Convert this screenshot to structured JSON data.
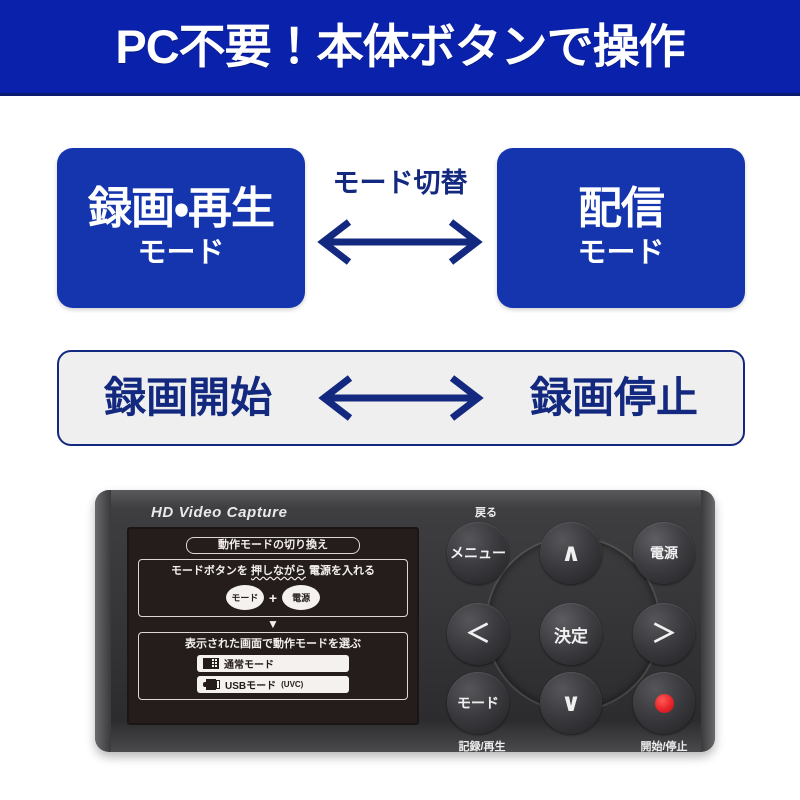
{
  "banner": {
    "title": "PC不要！本体ボタンで操作",
    "background_color": "#0a22ab",
    "text_color": "#ffffff"
  },
  "modes": {
    "accent_color": "#1435ad",
    "navy_color": "#13297f",
    "left_box": {
      "main_label": "録画・再生",
      "sub_label": "モード"
    },
    "right_box": {
      "main_label": "配信",
      "sub_label": "モード"
    },
    "switch": {
      "label": "モード切替",
      "arrow_icon": "double-headed-horizontal-arrow"
    }
  },
  "record_bar": {
    "start_label": "録画開始",
    "stop_label": "録画停止",
    "arrow_icon": "double-headed-horizontal-arrow",
    "background_color": "#efefef",
    "border_color": "#13297f"
  },
  "device": {
    "brand": "HD Video Capture",
    "lcd": {
      "title": "動作モードの切り換え",
      "step1": {
        "text_before": "モードボタンを ",
        "text_wavy": "押しながら",
        "text_after": " 電源を入れる",
        "keys": [
          "モード",
          "電源"
        ],
        "plus": "+"
      },
      "divider_icon": "down-triangle-arrow",
      "step2": {
        "text": "表示された画面で動作モードを選ぶ",
        "options": [
          {
            "label": "通常モード",
            "suffix": "",
            "icon": "grid-screen-icon"
          },
          {
            "label": "USBモード",
            "suffix": "(UVC)",
            "icon": "usb-plug-icon"
          }
        ]
      }
    },
    "keypad": {
      "menu_note": "戻る",
      "menu_label": "メニュー",
      "up_label": "∧",
      "power_label": "電源",
      "left_label": "＜",
      "enter_label": "決定",
      "right_label": "＞",
      "mode_label": "モード",
      "mode_note": "記録/再生",
      "down_label": "∨",
      "record_note": "開始/停止",
      "record_led_color": "#e8242a"
    }
  }
}
